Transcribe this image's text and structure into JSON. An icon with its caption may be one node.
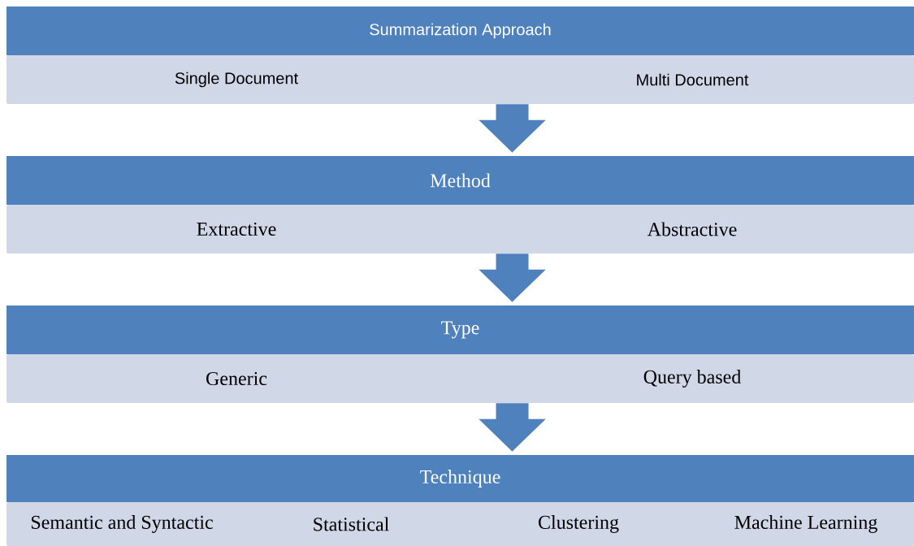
{
  "diagram": {
    "nodes": [
      {
        "text": [
          "Summarization Approach"
        ]
      },
      {
        "text": [
          "Single Document",
          "Multi Document"
        ]
      },
      {
        "text": [
          "Method"
        ]
      },
      {
        "text": [
          "Extractive",
          "Abstractive"
        ]
      },
      {
        "text": [
          "Type"
        ]
      },
      {
        "text": [
          "Generic",
          "Query based"
        ]
      },
      {
        "text": [
          "Technique"
        ]
      },
      {
        "text": [
          "Semantic and Syntactic",
          "Statistical",
          "Clustering",
          "Machine Learning"
        ]
      }
    ],
    "edges": [
      {
        "from": 1,
        "to": 2,
        "arrow": "to"
      },
      {
        "from": 3,
        "to": 4,
        "arrow": "to"
      },
      {
        "from": 5,
        "to": 6,
        "arrow": "to"
      }
    ]
  }
}
